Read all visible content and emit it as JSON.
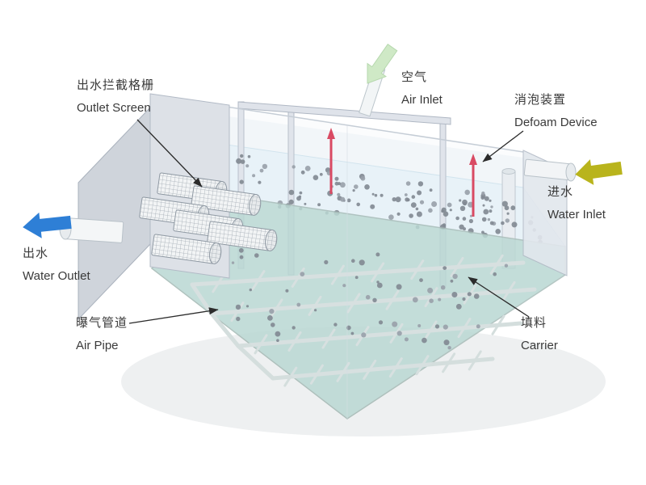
{
  "diagram": {
    "labels": {
      "outlet_screen": {
        "zh": "出水拦截格栅",
        "en": "Outlet Screen"
      },
      "air_inlet": {
        "zh": "空气",
        "en": "Air Inlet"
      },
      "defoam_device": {
        "zh": "消泡装置",
        "en": "Defoam Device"
      },
      "water_inlet": {
        "zh": "进水",
        "en": "Water Inlet"
      },
      "water_outlet": {
        "zh": "出水",
        "en": "Water Outlet"
      },
      "air_pipe": {
        "zh": "曝气管道",
        "en": "Air Pipe"
      },
      "carrier": {
        "zh": "填料",
        "en": "Carrier"
      }
    },
    "colors": {
      "water_outlet_arrow": "#2e7fd6",
      "water_inlet_arrow": "#b9b41c",
      "air_inlet_arrow": "#cfe9c6",
      "defoam_arrow": "#d94a63",
      "water_surface": "#e9f4f9",
      "bottom_water": "#b2d4cd",
      "carrier_dot": "#6e7580",
      "wall": "#dde1e7",
      "pipe": "#d4dedd"
    },
    "dot_counts": {
      "upper": 120,
      "lower": 60
    }
  }
}
